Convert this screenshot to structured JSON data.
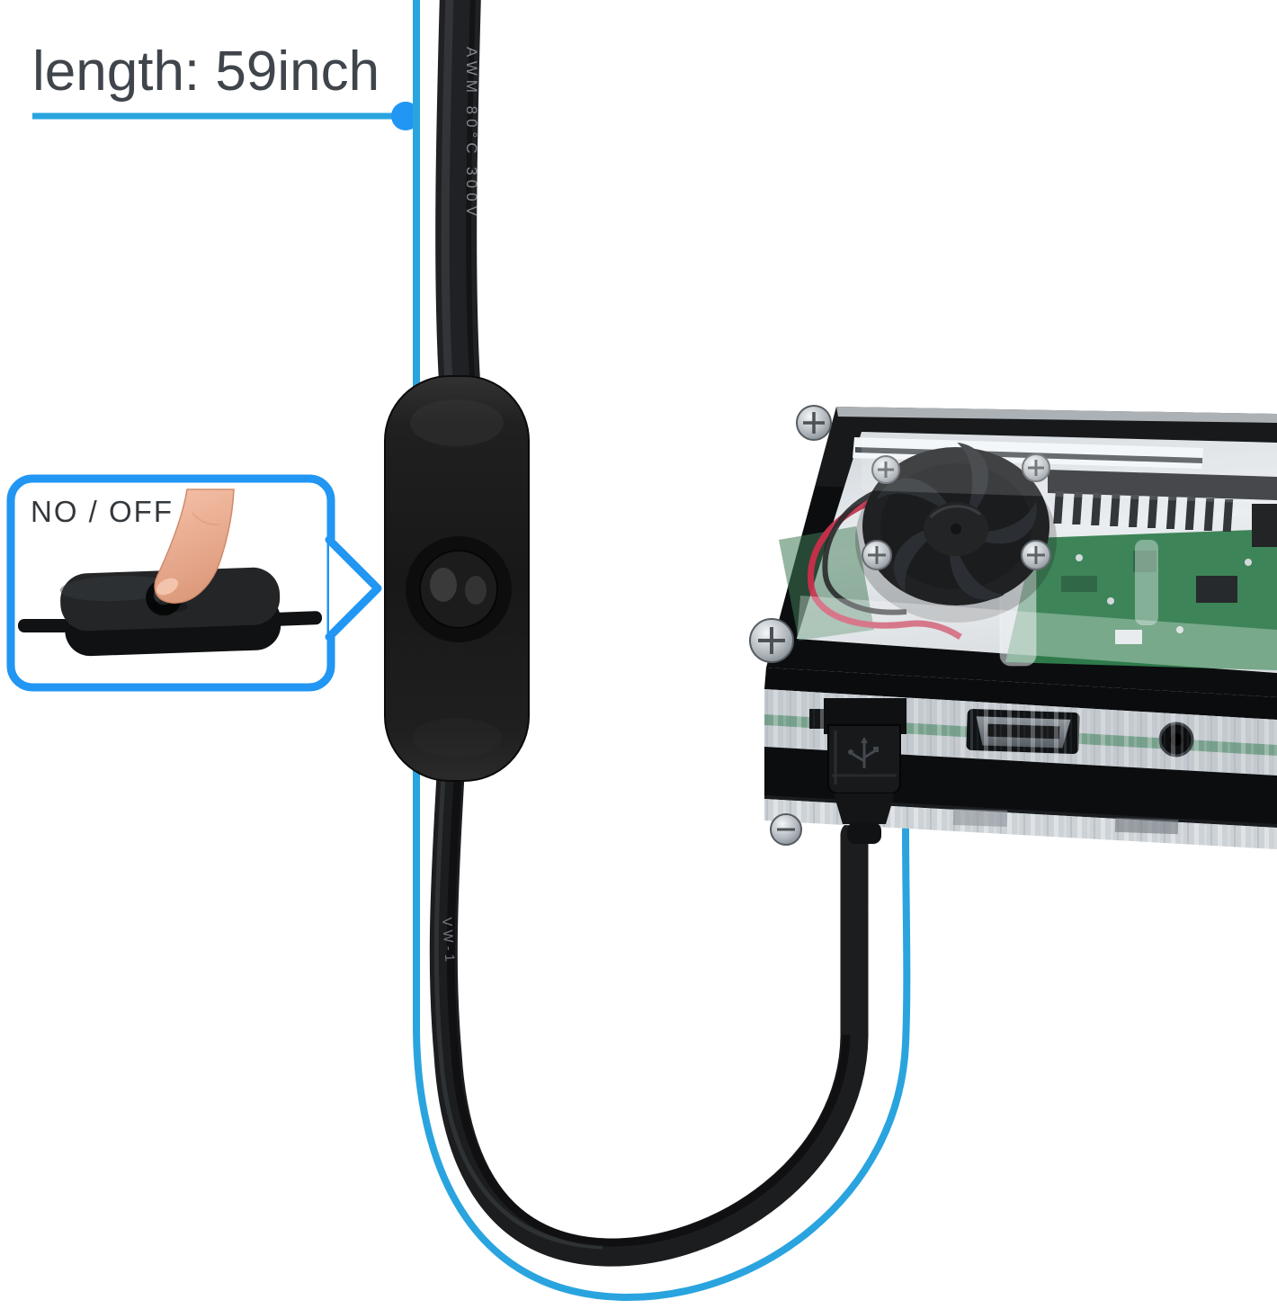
{
  "scene": {
    "description": "Product photo: USB power cable with inline on/off switch plugged into a Raspberry Pi inside a clear stacked acrylic case with cooling fan",
    "background_color": "#ffffff"
  },
  "length_callout": {
    "text": "length: 59inch",
    "text_color": "#3f454b",
    "line_color": "#2aa4df"
  },
  "inset_callout": {
    "label": "NO / OFF",
    "label_color": "#33383c",
    "border_color": "#2196f3",
    "arrow_color": "#2196f3"
  },
  "cable": {
    "color": "#1a1a1a",
    "marking_top": "AWM  80°C  300V",
    "marking_mid": "VW-1",
    "marking_color": "#8f959b"
  },
  "device": {
    "name": "Raspberry Pi in clear acrylic case",
    "case_color": "#0b0d0f",
    "pcb_color": "#2e7a4b",
    "fan_wire_red": "#c12f49",
    "fan_wire_black": "#17191b"
  }
}
